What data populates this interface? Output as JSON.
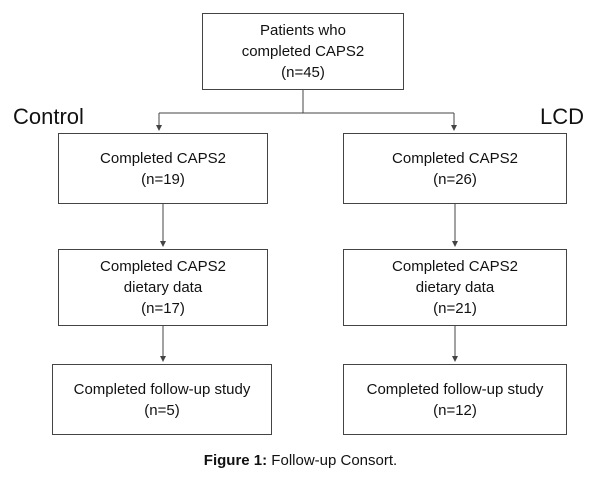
{
  "top_box": {
    "line1": "Patients who",
    "line2": "completed CAPS2",
    "line3": "(n=45)"
  },
  "groups": {
    "control_label": "Control",
    "lcd_label": "LCD"
  },
  "control": {
    "step1": {
      "line1": "Completed CAPS2",
      "line2": "(n=19)"
    },
    "step2": {
      "line1": "Completed CAPS2",
      "line2": "dietary data",
      "line3": "(n=17)"
    },
    "step3": {
      "line1": "Completed follow-up study",
      "line2": "(n=5)"
    }
  },
  "lcd": {
    "step1": {
      "line1": "Completed CAPS2",
      "line2": "(n=26)"
    },
    "step2": {
      "line1": "Completed CAPS2",
      "line2": "dietary data",
      "line3": "(n=21)"
    },
    "step3": {
      "line1": "Completed follow-up study",
      "line2": "(n=12)"
    }
  },
  "caption": {
    "label": "Figure 1:",
    "text": " Follow-up Consort."
  }
}
